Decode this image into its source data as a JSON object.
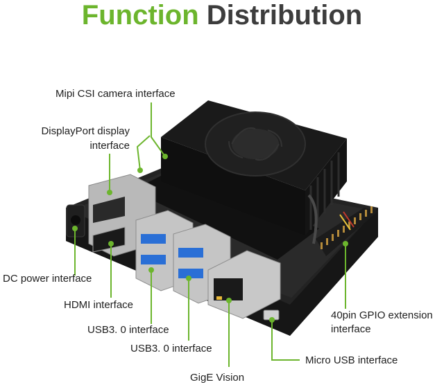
{
  "title": {
    "part1": "Function",
    "part2": "Distribution"
  },
  "colors": {
    "accent": "#6cb52d",
    "title_dark": "#3d3d3d",
    "leader": "#6cb52d"
  },
  "labels": {
    "mipi_csi": "Mipi CSI camera interface",
    "displayport_1": "DisplayPort display",
    "displayport_2": "interface",
    "dc_power": "DC power interface",
    "hdmi": "HDMI interface",
    "usb3_a": "USB3. 0 interface",
    "usb3_b": "USB3. 0 interface",
    "gige": "GigE Vision",
    "gpio_1": "40pin GPIO extension",
    "gpio_2": "interface",
    "micro_usb": "Micro USB interface"
  }
}
